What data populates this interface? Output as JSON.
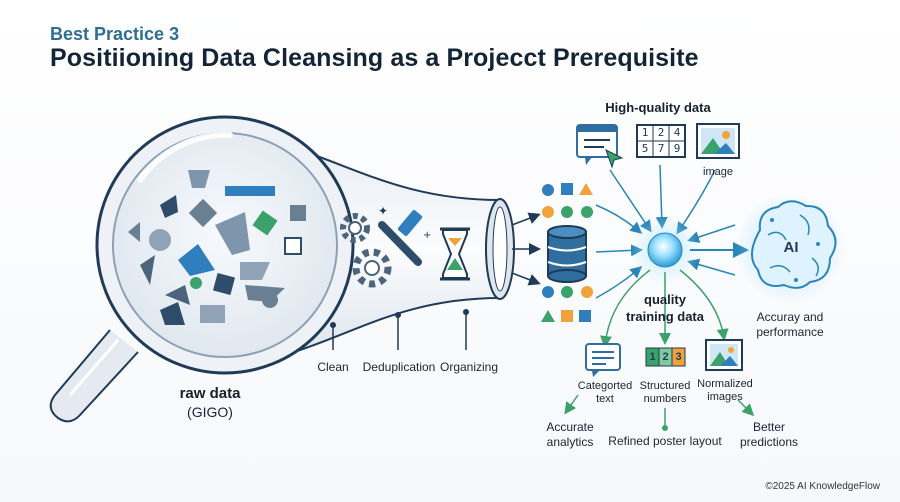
{
  "header": {
    "eyebrow": "Best Practice 3",
    "title": "Positiioning Data Cleansing as a Projecct Prerequisite"
  },
  "raw": {
    "label": "raw data",
    "sublabel": "(GIGO)"
  },
  "steps": [
    {
      "label": "Clean",
      "icon": "gear-icon"
    },
    {
      "label": "Deduplication",
      "icon": "broom-icon"
    },
    {
      "label": "Organizing",
      "icon": "hourglass-icon"
    }
  ],
  "high_quality": {
    "title": "High-quality data",
    "grid_numbers": [
      "1",
      "2",
      "4",
      "5",
      "7",
      "9"
    ],
    "image_label": "image"
  },
  "hub": {
    "label_line1": "quality",
    "label_line2": "training data"
  },
  "ai": {
    "badge": "AI",
    "caption_line1": "Accuray and",
    "caption_line2": "performance"
  },
  "outputs": [
    {
      "line1": "Categorted",
      "line2": "text",
      "icon": "text-document-icon"
    },
    {
      "line1": "Structured",
      "line2": "numbers",
      "icon": "numbers-icon",
      "digits": [
        "1",
        "2",
        "3"
      ]
    },
    {
      "line1": "Normalized",
      "line2": "images",
      "icon": "image-icon"
    }
  ],
  "outcomes": [
    {
      "line1": "Accurate",
      "line2": "analytics"
    },
    {
      "line1": "Refined poster layout",
      "line2": ""
    },
    {
      "line1": "Better",
      "line2": "predictions"
    }
  ],
  "footer": {
    "copyright": "©2025 AI KnowledgeFlow"
  },
  "colors": {
    "accent_blue": "#2f6e93",
    "navy": "#1f3b57",
    "green": "#3aa26a",
    "orange": "#f2a23a",
    "glow": "#7fd2ff"
  }
}
